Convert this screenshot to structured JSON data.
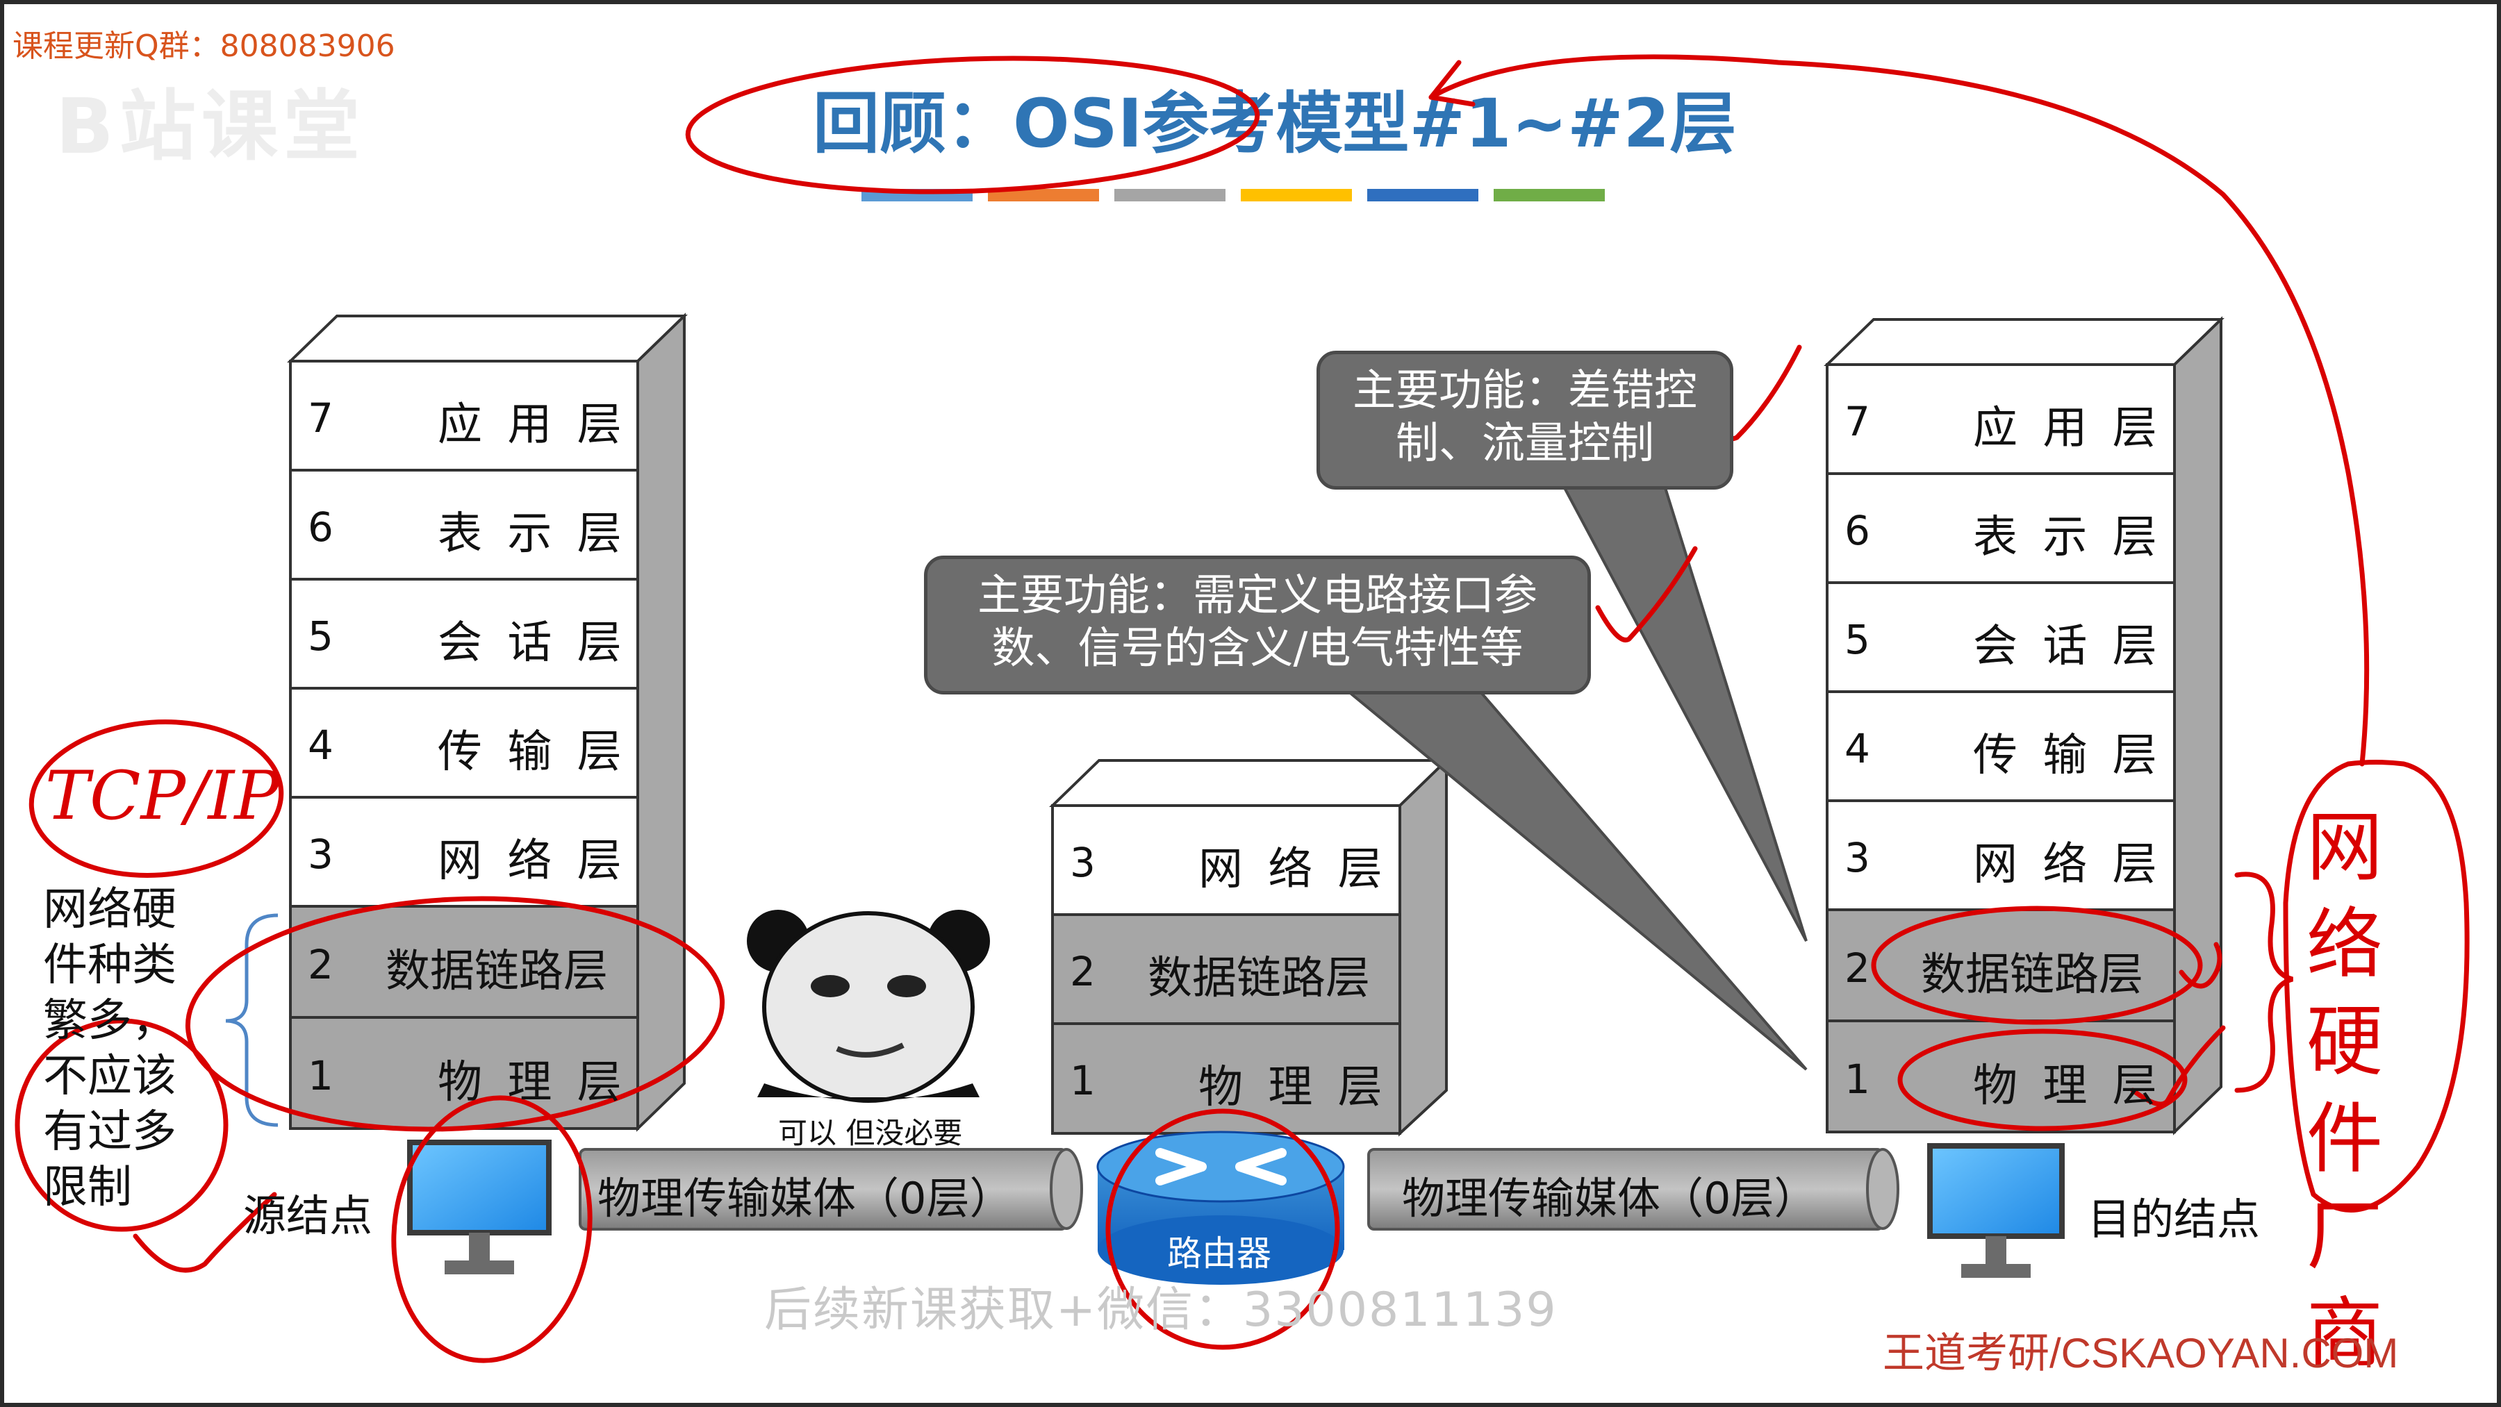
{
  "header": {
    "qq_group": "课程更新Q群：808083906",
    "title_prefix": "回顾：",
    "title_main": "OSI参考模型",
    "title_suffix": "#1~#2层",
    "bar_colors": [
      "#5b9bd5",
      "#ed7d31",
      "#a5a5a5",
      "#ffc000",
      "#2f6fbf",
      "#70ad47"
    ]
  },
  "left_stack": {
    "layers": [
      {
        "num": "7",
        "name": "应 用 层"
      },
      {
        "num": "6",
        "name": "表 示 层"
      },
      {
        "num": "5",
        "name": "会 话 层"
      },
      {
        "num": "4",
        "name": "传 输 层"
      },
      {
        "num": "3",
        "name": "网 络 层"
      },
      {
        "num": "2",
        "name": "数据链路层"
      },
      {
        "num": "1",
        "name": "物 理 层"
      }
    ]
  },
  "middle_stack": {
    "layers": [
      {
        "num": "3",
        "name": "网 络 层"
      },
      {
        "num": "2",
        "name": "数据链路层"
      },
      {
        "num": "1",
        "name": "物 理 层"
      }
    ]
  },
  "right_stack": {
    "layers": [
      {
        "num": "7",
        "name": "应 用 层"
      },
      {
        "num": "6",
        "name": "表 示 层"
      },
      {
        "num": "5",
        "name": "会 话 层"
      },
      {
        "num": "4",
        "name": "传 输 层"
      },
      {
        "num": "3",
        "name": "网 络 层"
      },
      {
        "num": "2",
        "name": "数据链路层"
      },
      {
        "num": "1",
        "name": "物 理 层"
      }
    ]
  },
  "callouts": {
    "datalink": "主要功能：差错控制、流量控制",
    "physical": "主要功能：需定义电路接口参数、信号的含义/电气特性等"
  },
  "media": {
    "left": "物理传输媒体（0层）",
    "right": "物理传输媒体（0层）"
  },
  "nodes": {
    "source": "源结点",
    "router": "路由器",
    "dest": "目的结点"
  },
  "side_note": "网络硬件种类繁多，不应该有过多限制",
  "meme_caption": "可以  但没必要",
  "watermark": "后续新课获取+微信：3300811139",
  "brand": "王道考研/CSKAOYAN.COM",
  "handwriting": {
    "tcpip": "TCP/IP",
    "vendor": "网络硬件厂商"
  },
  "colors": {
    "title_blue": "#2f75b5",
    "callout_gray": "#6d6d6d",
    "ink_red": "#d90000",
    "brand_red": "#c0392b"
  }
}
